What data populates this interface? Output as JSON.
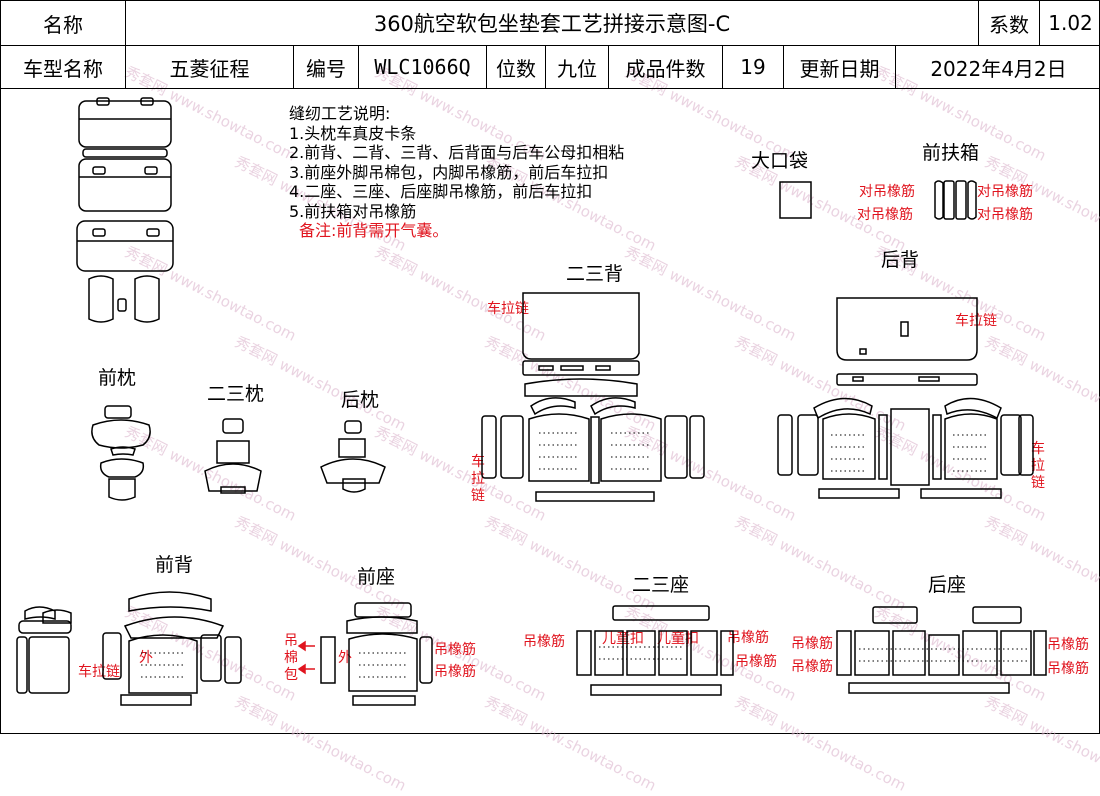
{
  "header": {
    "name_label": "名称",
    "title": "360航空软包坐垫套工艺拼接示意图-C",
    "coef_label": "系数",
    "coef_value": "1.02",
    "model_label": "车型名称",
    "model_value": "五菱征程",
    "code_label": "编号",
    "code_value": "WLC1066Q",
    "seats_label": "位数",
    "seats_value": "九位",
    "pieces_label": "成品件数",
    "pieces_value": "19",
    "date_label": "更新日期",
    "date_value": "2022年4月2日"
  },
  "notes": {
    "heading": "缝纫工艺说明:",
    "lines": [
      "1.头枕车真皮卡条",
      "2.前背、二背、三背、后背面与后车公母扣相粘",
      "3.前座外脚吊棉包，内脚吊橡筋，前后车拉扣",
      "4.二座、三座、后座脚吊橡筋，前后车拉扣",
      "5.前扶箱对吊橡筋"
    ],
    "remark": "备注:前背需开气囊。"
  },
  "sections": {
    "big_pocket": "大口袋",
    "front_armbox": "前扶箱",
    "back_23": "二三背",
    "rear_back": "后背",
    "front_pillow": "前枕",
    "pillow_23": "二三枕",
    "rear_pillow": "后枕",
    "front_back": "前背",
    "front_seat": "前座",
    "seat_23": "二三座",
    "rear_seat": "后座"
  },
  "annotations": {
    "pair_elastic": "对吊橡筋",
    "car_zipper": "车拉链",
    "elastic": "吊橡筋",
    "cotton_pack": "吊棉包",
    "outer": "外",
    "child_buckle": "儿童扣"
  },
  "watermark": {
    "site": "www.showtao.com",
    "brand": "秀套网"
  },
  "colors": {
    "annotation_red": "#e0141e",
    "watermark": "#d9b0c9"
  }
}
